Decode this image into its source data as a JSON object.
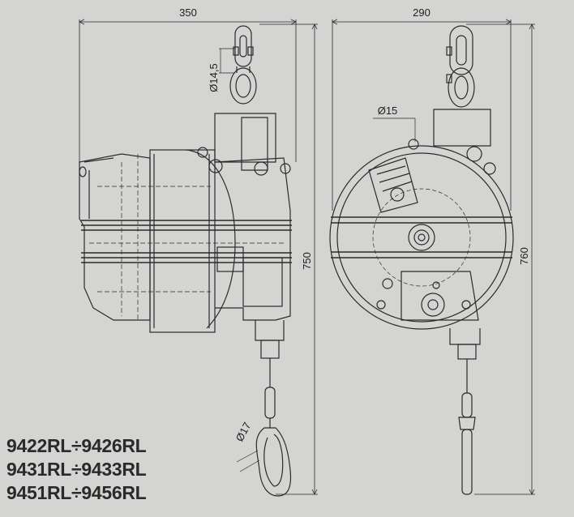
{
  "dimensions": {
    "side_width": "350",
    "front_width": "290",
    "side_height": "750",
    "front_height": "760",
    "swivel_diameter": "Ø14,5",
    "hole_diameter": "Ø15",
    "hook_diameter": "Ø17"
  },
  "models": [
    "9422RL÷9426RL",
    "9431RL÷9433RL",
    "9451RL÷9456RL"
  ],
  "colors": {
    "background": "#d4d4d2",
    "line": "#2b2b2b",
    "text": "#2a2a2a"
  }
}
